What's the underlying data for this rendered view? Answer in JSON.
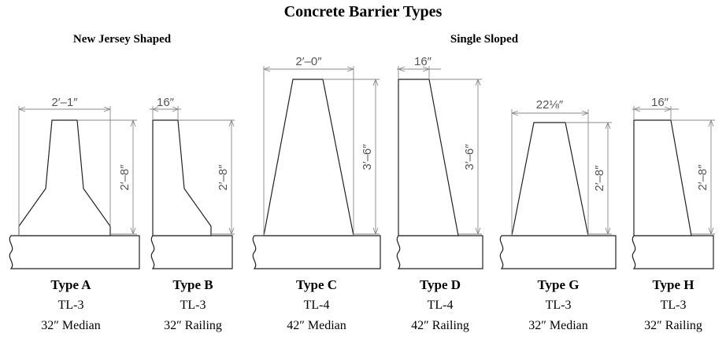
{
  "title": "Concrete Barrier Types",
  "groups": {
    "new_jersey": "New Jersey Shaped",
    "single_sloped": "Single Sloped"
  },
  "barriers": [
    {
      "name": "Type A",
      "level": "TL-3",
      "desc": "32″ Median",
      "width_dim": "2′–1″",
      "height_dim": "2′–8″"
    },
    {
      "name": "Type B",
      "level": "TL-3",
      "desc": "32″ Railing",
      "width_dim": "16″",
      "height_dim": "2′–8″"
    },
    {
      "name": "Type C",
      "level": "TL-4",
      "desc": "42″ Median",
      "width_dim": "2′–0″",
      "height_dim": "3′–6″"
    },
    {
      "name": "Type D",
      "level": "TL-4",
      "desc": "42″ Railing",
      "width_dim": "16″",
      "height_dim": "3′–6″"
    },
    {
      "name": "Type G",
      "level": "TL-3",
      "desc": "32″ Median",
      "width_dim": "22⅛″",
      "height_dim": "2′–8″"
    },
    {
      "name": "Type H",
      "level": "TL-3",
      "desc": "32″ Railing",
      "width_dim": "16″",
      "height_dim": "2′–8″"
    }
  ]
}
